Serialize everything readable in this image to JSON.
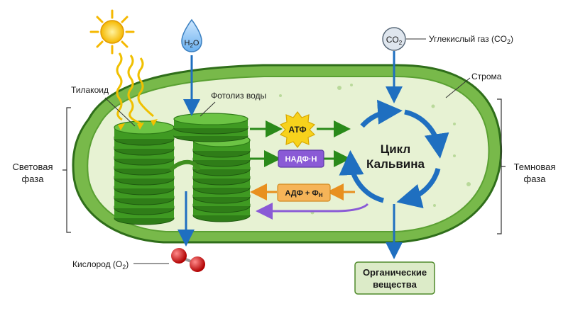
{
  "labels": {
    "thylakoid": "Тилакоид",
    "photolysis": "Фотолиз воды",
    "stroma": "Строма",
    "co2_label": "Углекислый газ (CO",
    "co2_label_sub": "2",
    "co2_label_end": ")",
    "light_phase_1": "Световая",
    "light_phase_2": "фаза",
    "dark_phase_1": "Темновая",
    "dark_phase_2": "фаза",
    "oxygen": "Кислород (O",
    "oxygen_sub": "2",
    "oxygen_end": ")",
    "organic_1": "Органические",
    "organic_2": "вещества"
  },
  "molecules": {
    "water_main": "H",
    "water_sub": "2",
    "water_end": "O",
    "co2_main": "CO",
    "co2_sub": "2",
    "atp": "АТФ",
    "nadph": "НАДФ·Н",
    "adp": "АДФ + Ф",
    "adp_sub": "Н"
  },
  "cycle": {
    "line1": "Цикл",
    "line2": "Кальвина"
  },
  "colors": {
    "chloroplast_outer": "#2f7d1e",
    "stroma_fill": "#e7f2d3",
    "grana": "#4caf2a",
    "arrow_green": "#2a8a1a",
    "arrow_blue": "#1f6fc0",
    "cycle_blue": "#1f6fc0",
    "atp_yellow": "#f7d21c",
    "nadph_purple": "#8a5ad6",
    "adp_orange": "#f2a43a",
    "oxygen_red": "#d62020"
  }
}
